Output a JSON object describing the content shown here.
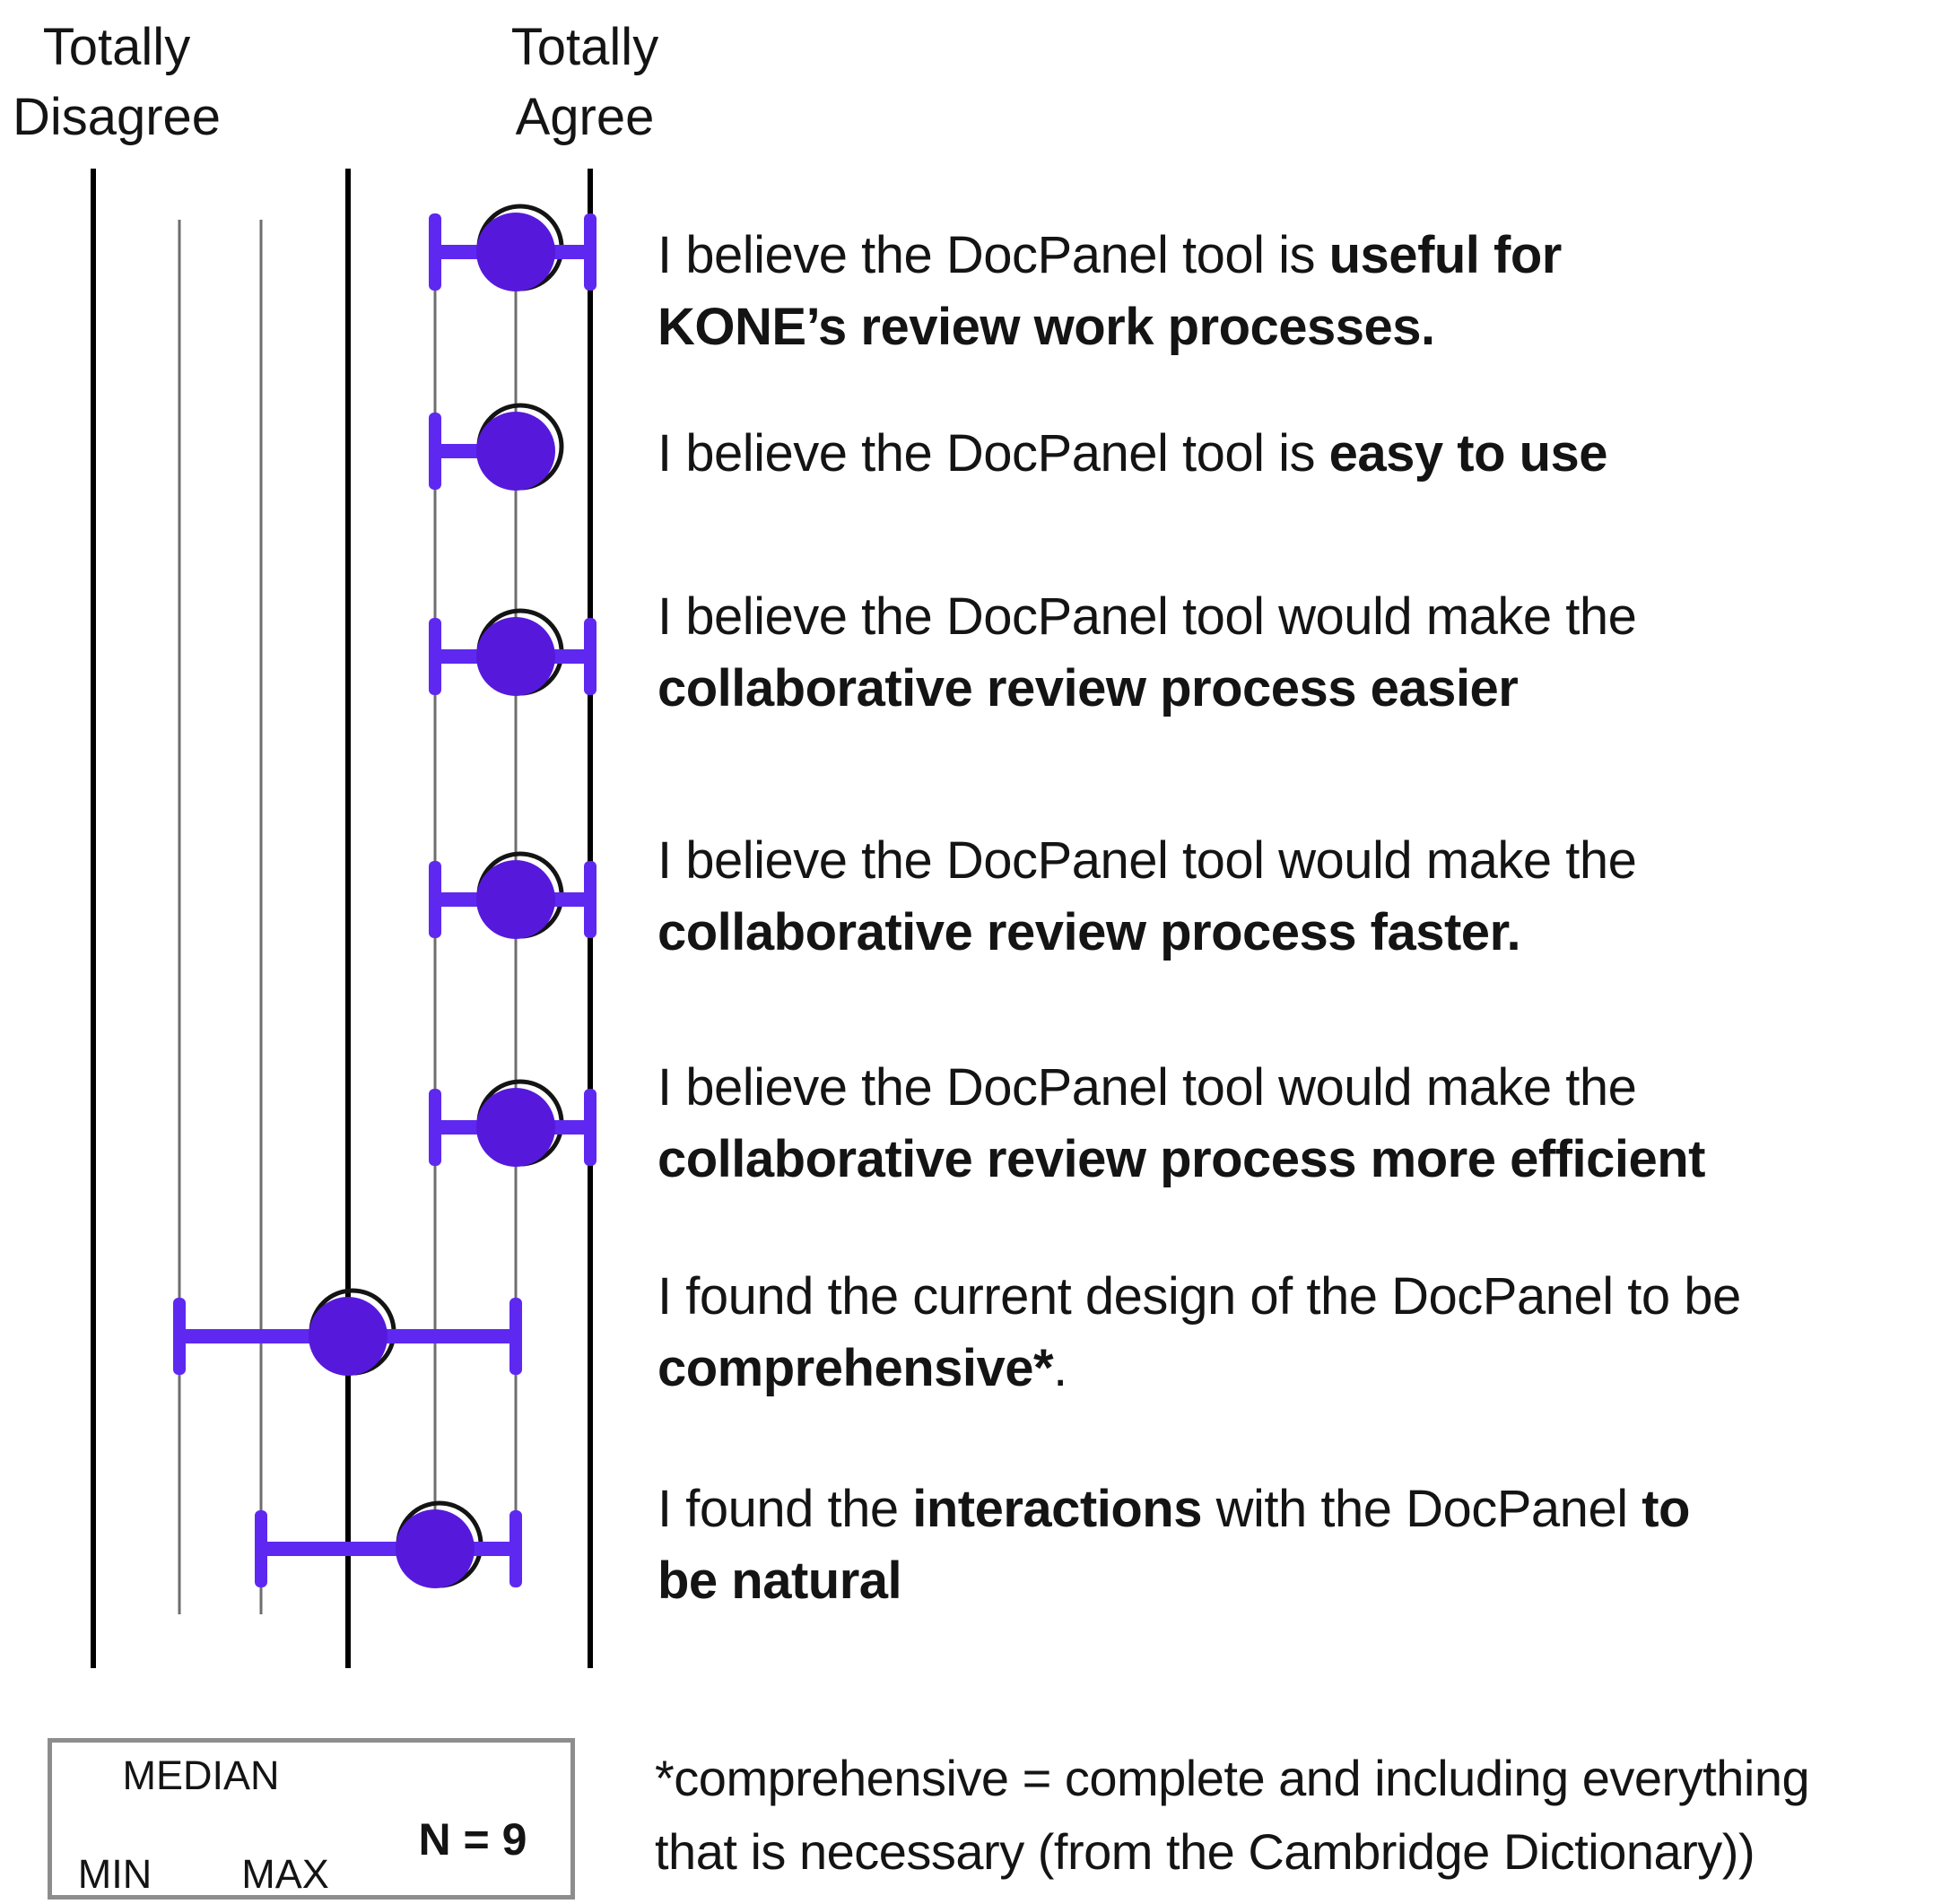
{
  "header": {
    "left_label": "Totally\nDisagree",
    "right_label": "Totally\nAgree"
  },
  "chart_data": {
    "type": "range-dot (min / median / max summary of Likert responses)",
    "scale": {
      "min": 1,
      "max": 7,
      "gridlines": [
        1,
        2,
        3,
        4,
        5,
        6,
        7
      ],
      "emphasized_gridlines": [
        1,
        4,
        7
      ],
      "anchor_min_label": "Totally Disagree",
      "anchor_max_label": "Totally Agree"
    },
    "n": 9,
    "legend_position": "bottom-left",
    "rows": [
      {
        "statement_plain": "I believe the DocPanel tool is useful for KONE’s review work processes.",
        "lines": [
          [
            {
              "t": "I believe the DocPanel tool is ",
              "b": false
            },
            {
              "t": "useful for",
              "b": true
            }
          ],
          [
            {
              "t": "KONE’s review work processes.",
              "b": true
            }
          ]
        ],
        "min": 5,
        "median": 6,
        "max": 7
      },
      {
        "statement_plain": "I believe the DocPanel tool is easy to use",
        "lines": [
          [
            {
              "t": "I believe the DocPanel tool is ",
              "b": false
            },
            {
              "t": "easy to use",
              "b": true
            }
          ]
        ],
        "min": 5,
        "median": 6,
        "max": 6
      },
      {
        "statement_plain": "I believe the DocPanel tool would make the collaborative review process easier",
        "lines": [
          [
            {
              "t": "I believe the DocPanel tool would make the",
              "b": false
            }
          ],
          [
            {
              "t": "collaborative review process easier",
              "b": true
            }
          ]
        ],
        "min": 5,
        "median": 6,
        "max": 7
      },
      {
        "statement_plain": "I believe the DocPanel tool would make the collaborative review process faster.",
        "lines": [
          [
            {
              "t": "I believe the DocPanel tool would make the",
              "b": false
            }
          ],
          [
            {
              "t": "collaborative review process faster.",
              "b": true
            }
          ]
        ],
        "min": 5,
        "median": 6,
        "max": 7
      },
      {
        "statement_plain": "I believe the DocPanel tool would make the collaborative review process more efficient",
        "lines": [
          [
            {
              "t": "I believe the DocPanel tool would make the",
              "b": false
            }
          ],
          [
            {
              "t": "collaborative review process more efficient",
              "b": true
            }
          ]
        ],
        "min": 5,
        "median": 6,
        "max": 7
      },
      {
        "statement_plain": "I found the current design of the DocPanel to be comprehensive*.",
        "lines": [
          [
            {
              "t": "I found the current design of the DocPanel to be",
              "b": false
            }
          ],
          [
            {
              "t": "comprehensive*",
              "b": true
            },
            {
              "t": ".",
              "b": false
            }
          ]
        ],
        "min": 2,
        "median": 4,
        "max": 6
      },
      {
        "statement_plain": "I found the interactions with the DocPanel to be natural",
        "lines": [
          [
            {
              "t": "I found the ",
              "b": false
            },
            {
              "t": "interactions",
              "b": true
            },
            {
              "t": " with the DocPanel ",
              "b": false
            },
            {
              "t": "to",
              "b": true
            }
          ],
          [
            {
              "t": "be natural",
              "b": true
            }
          ]
        ],
        "min": 3,
        "median": 5,
        "max": 6
      }
    ]
  },
  "legend": {
    "median_label": "MEDIAN",
    "min_label": "MIN",
    "max_label": "MAX",
    "n_label": "N = 9"
  },
  "footnote": {
    "line1": "*comprehensive = complete and including everything",
    "line2": "that is necessary (from the Cambridge Dictionary))"
  },
  "colors": {
    "marker_purple": "#5e28f0",
    "dot_purple": "#5619dc",
    "ring_black": "#141414",
    "axis_black": "#000000",
    "grid_gray": "#6e6e6e",
    "legend_border_gray": "#8d8d8d",
    "text_black": "#141414"
  }
}
